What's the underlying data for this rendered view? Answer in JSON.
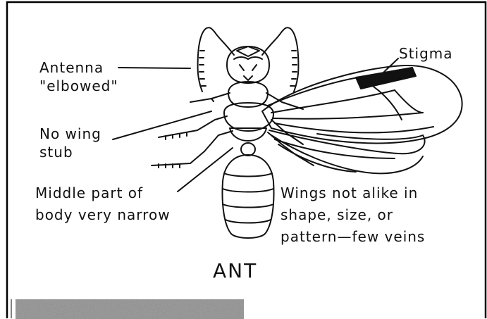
{
  "figure": {
    "caption": "ANT",
    "labels": {
      "antenna_line1": "Antenna",
      "antenna_line2": "\"elbowed\"",
      "stigma": "Stigma",
      "no_wing_line1": "No wing",
      "no_wing_line2": "stub",
      "middle_line1": "Middle part of",
      "middle_line2": "body very narrow",
      "wings_line1": "Wings not alike in",
      "wings_line2": "shape, size, or",
      "wings_line3": "pattern—few veins"
    }
  },
  "colors": {
    "ink": "#111111",
    "frame": "#000000",
    "photo_strip": "#8f8f8f"
  }
}
